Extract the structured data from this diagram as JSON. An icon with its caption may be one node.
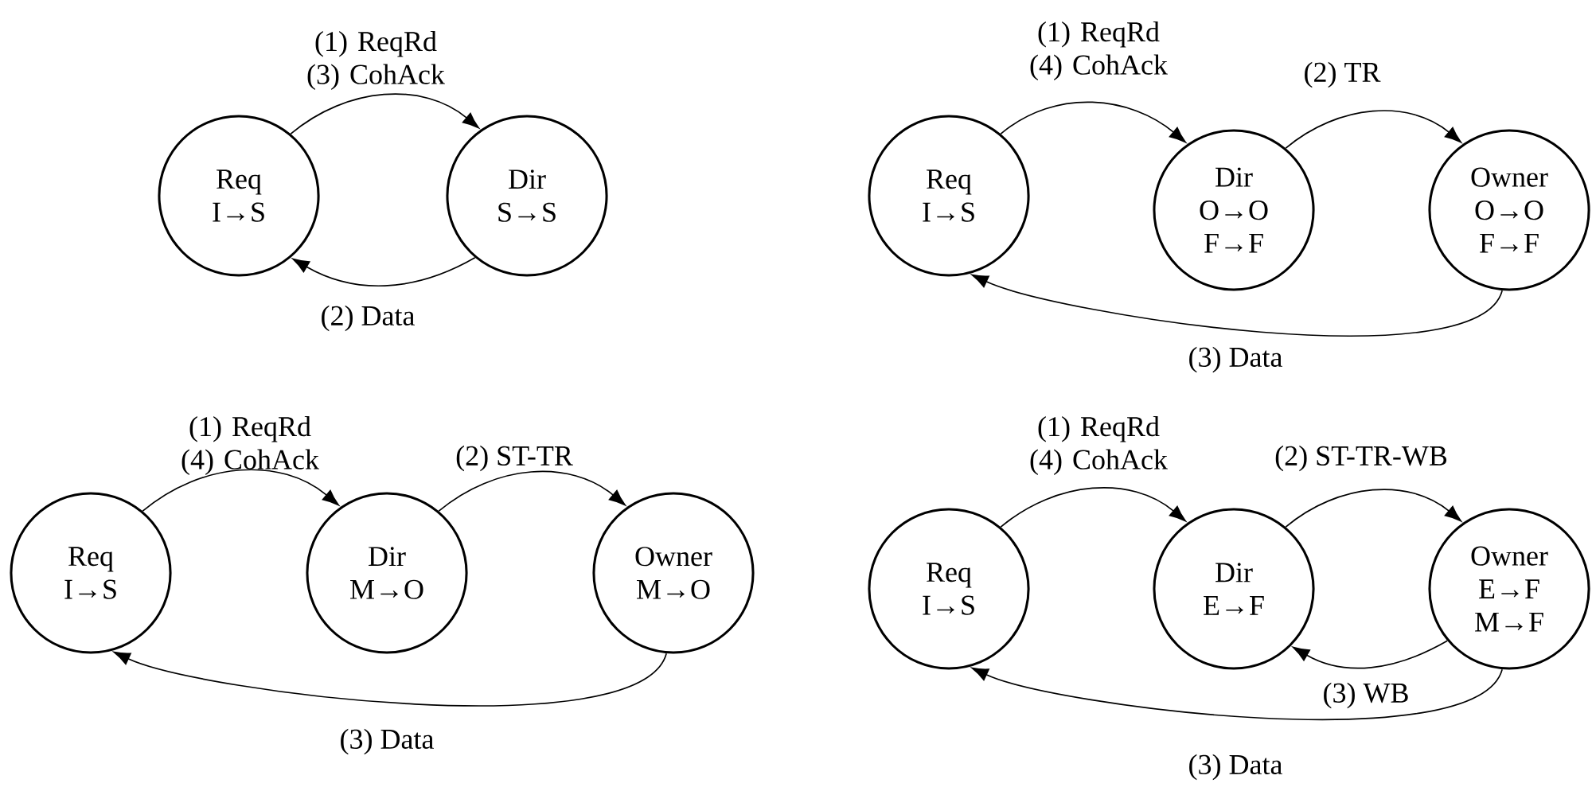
{
  "diagram": {
    "nodes": [
      {
        "text": [
          "Req",
          "I→S"
        ]
      },
      {
        "text": [
          "Dir",
          "S→S"
        ]
      },
      {
        "text": [
          "Req",
          "I→S"
        ]
      },
      {
        "text": [
          "Dir",
          "O→O",
          "F→F"
        ]
      },
      {
        "text": [
          "Owner",
          "O→O",
          "F→F"
        ]
      },
      {
        "text": [
          "Req",
          "I→S"
        ]
      },
      {
        "text": [
          "Dir",
          "M→O"
        ]
      },
      {
        "text": [
          "Owner",
          "M→O"
        ]
      },
      {
        "text": [
          "Req",
          "I→S"
        ]
      },
      {
        "text": [
          "Dir",
          "E→F"
        ]
      },
      {
        "text": [
          "Owner",
          "E→F",
          "M→F"
        ]
      }
    ],
    "edges": [
      {
        "from": 0,
        "to": 1,
        "arrow": "to",
        "label": "(1) ReqRd (3) CohAck"
      },
      {
        "from": 1,
        "to": 0,
        "arrow": "to",
        "label": "(2) Data"
      },
      {
        "from": 2,
        "to": 3,
        "arrow": "to",
        "label": "(1) ReqRd (4) CohAck"
      },
      {
        "from": 3,
        "to": 4,
        "arrow": "to",
        "label": "(2) TR"
      },
      {
        "from": 4,
        "to": 2,
        "arrow": "to",
        "label": "(3) Data"
      },
      {
        "from": 5,
        "to": 6,
        "arrow": "to",
        "label": "(1) ReqRd (4) CohAck"
      },
      {
        "from": 6,
        "to": 7,
        "arrow": "to",
        "label": "(2) ST-TR"
      },
      {
        "from": 7,
        "to": 5,
        "arrow": "to",
        "label": "(3) Data"
      },
      {
        "from": 8,
        "to": 9,
        "arrow": "to",
        "label": "(1) ReqRd (4) CohAck"
      },
      {
        "from": 9,
        "to": 10,
        "arrow": "to",
        "label": "(2) ST-TR-WB"
      },
      {
        "from": 10,
        "to": 9,
        "arrow": "to",
        "label": "(3) WB"
      },
      {
        "from": 10,
        "to": 8,
        "arrow": "to",
        "label": "(3) Data"
      }
    ]
  }
}
